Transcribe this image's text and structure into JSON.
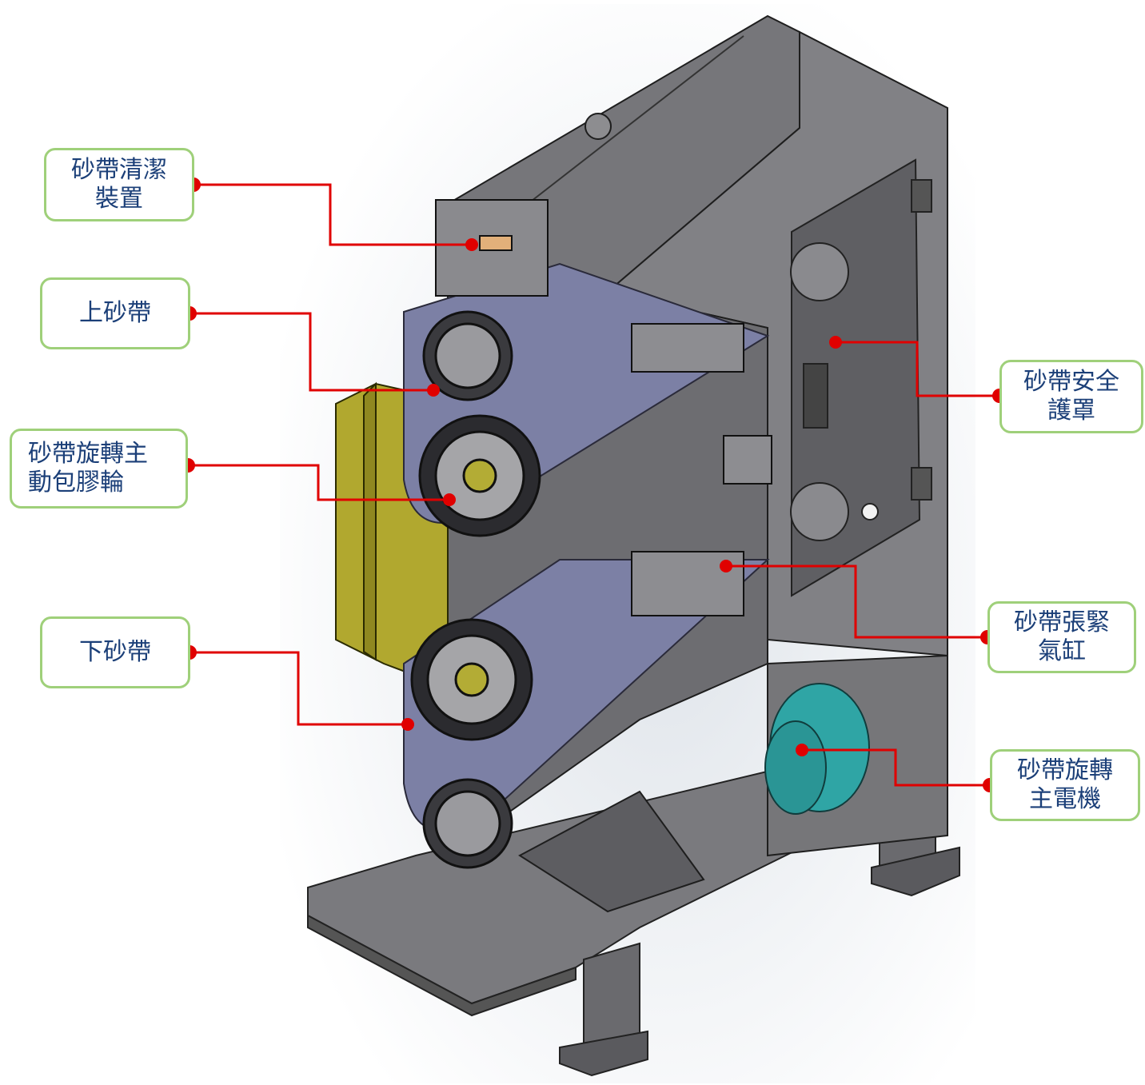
{
  "labels": {
    "cleaning": "砂帶清潔\n裝置",
    "upper_belt": "上砂帶",
    "drive_wheel": "砂帶旋轉主\n動包膠輪",
    "lower_belt": "下砂帶",
    "safety_cover": "砂帶安全\n護罩",
    "tension_cylinder": "砂帶張緊\n氣缸",
    "main_motor": "砂帶旋轉\n主電機"
  },
  "colors": {
    "callout_border": "#9fd07a",
    "callout_text": "#1b3f78",
    "leader_line": "#e00000",
    "machine_body": "#6f6f73",
    "belt": "#7b7fa4",
    "motor_cover": "#a8a233",
    "motor": "#2fa5a5"
  }
}
